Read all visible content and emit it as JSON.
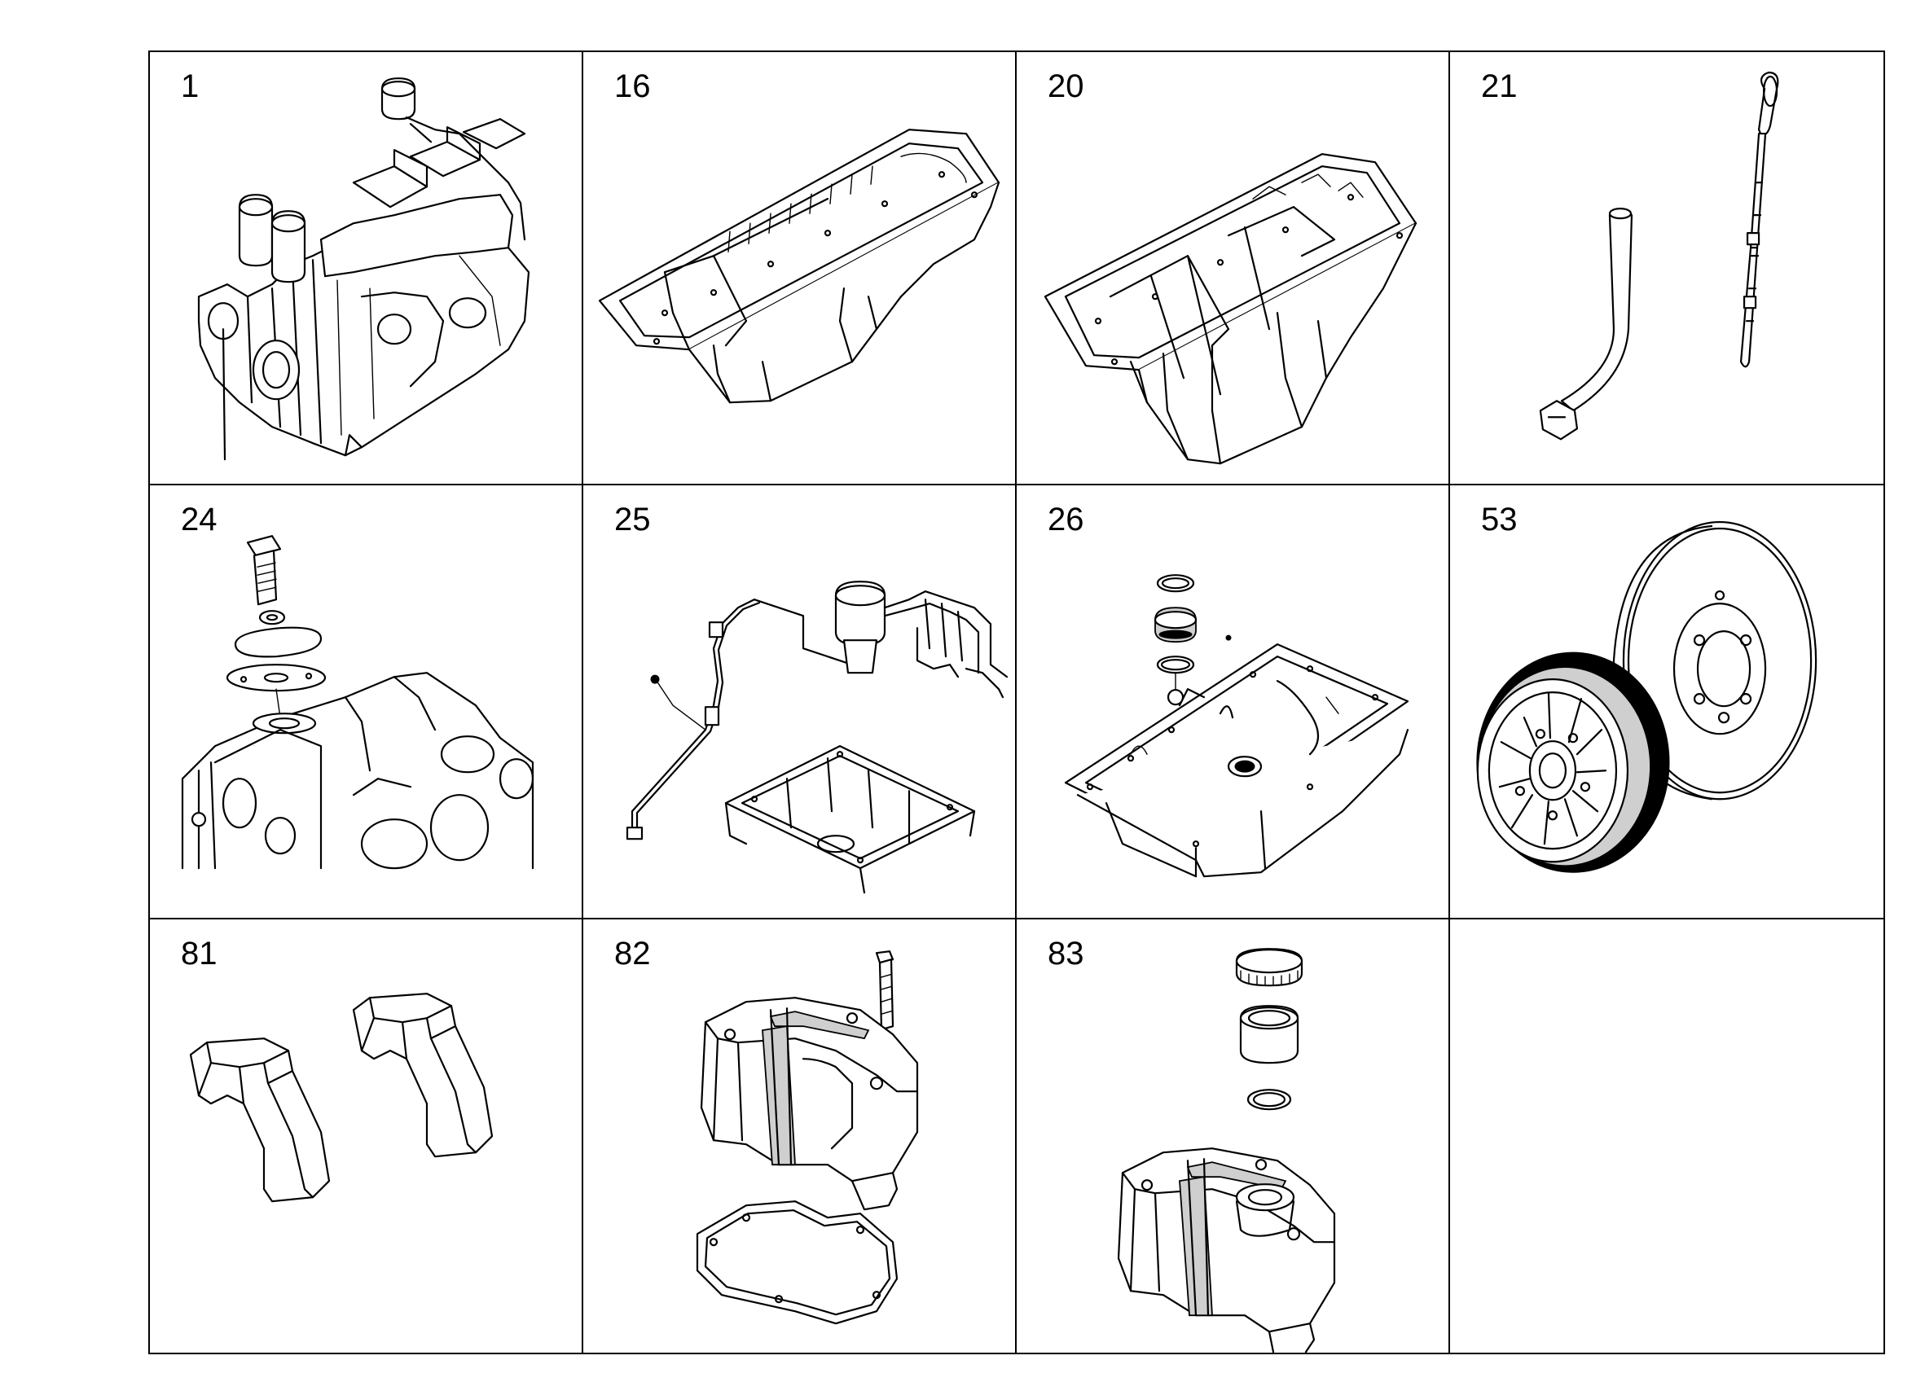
{
  "parts": [
    {
      "number": "1",
      "icon": "engine-block-icon"
    },
    {
      "number": "16",
      "icon": "oil-pan-icon"
    },
    {
      "number": "20",
      "icon": "deep-oil-pan-icon"
    },
    {
      "number": "21",
      "icon": "dipstick-and-guide-tube-icon"
    },
    {
      "number": "24",
      "icon": "flange-cover-with-bolt-icon"
    },
    {
      "number": "25",
      "icon": "oil-lines-and-filter-icon"
    },
    {
      "number": "26",
      "icon": "oil-pan-with-seals-icon"
    },
    {
      "number": "53",
      "icon": "vibration-damper-and-pulley-icon"
    },
    {
      "number": "81",
      "icon": "cover-brackets-icon"
    },
    {
      "number": "82",
      "icon": "valve-cover-with-gasket-icon"
    },
    {
      "number": "83",
      "icon": "valve-cover-with-cap-icon"
    },
    {
      "number": "",
      "icon": ""
    }
  ]
}
